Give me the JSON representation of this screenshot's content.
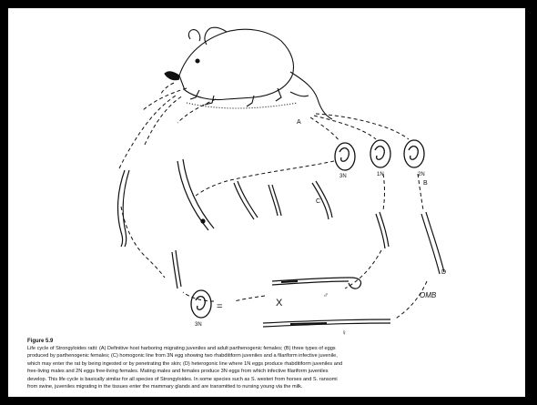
{
  "diagram": {
    "labels": {
      "stage_a": "A",
      "stage_b": "B",
      "stage_c": "C",
      "stage_d": "D",
      "egg_3n": "3N",
      "egg_1n": "1N",
      "egg_2n": "2N",
      "egg_bottom_3n": "3N",
      "equals": "=",
      "cross": "X",
      "male_symbol": "♂",
      "female_symbol": "♀",
      "artist_signature": "OMB"
    }
  },
  "caption": {
    "title": "Figure 5.9",
    "text": "Life cycle of Strongyloides ratti: (A) Definitive host harboring migrating juveniles and adult parthenogenic females; (B) three types of eggs\nproduced by parthenogenic females; (C) homogonic line from 3N egg showing two rhabditiform juveniles and a filariform infective juvenile,\nwhich may enter the rat by being ingested or by penetrating the skin; (D) heterogonic line where 1N eggs produce rhabditiform juveniles and\nfree-living males and 2N eggs free-living females. Mating males and females produce 3N eggs from which infective filariform juveniles\ndevelop. This life cycle is basically similar for all species of Strongyloides. In some species such as S. westeri from horses and S. ransomi\nfrom swine, juveniles migrating in the tissues enter the mammary glands and are transmitted to nursing young via the milk."
  }
}
